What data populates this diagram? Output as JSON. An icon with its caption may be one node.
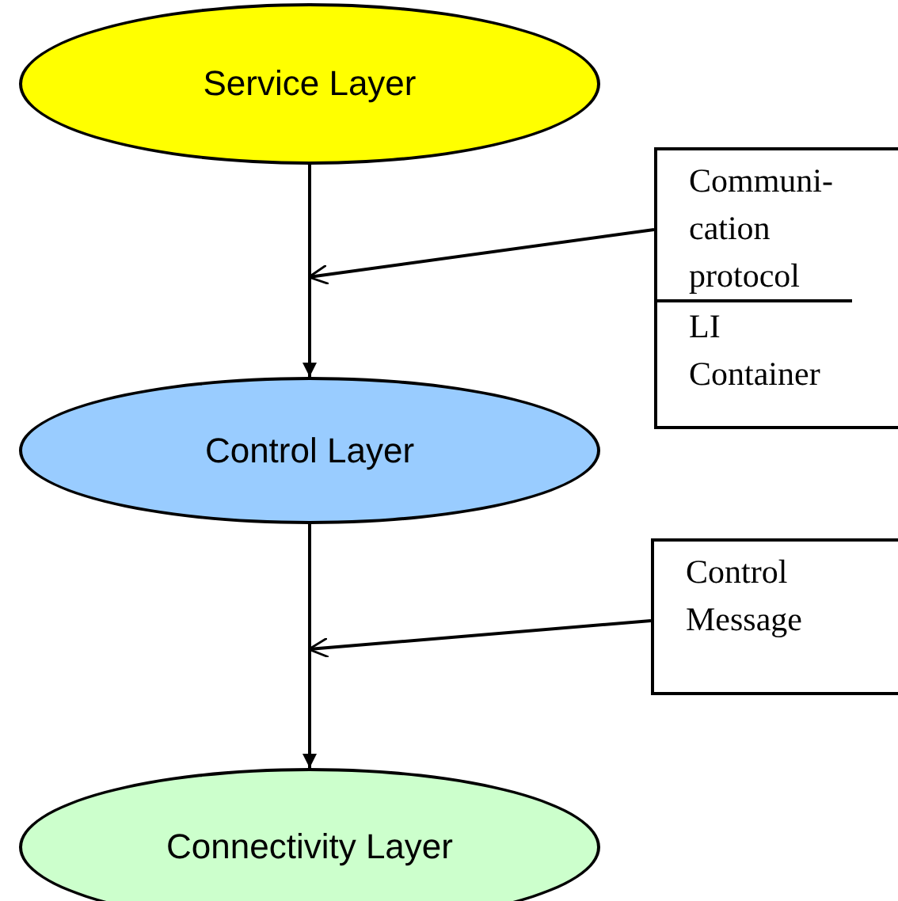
{
  "diagram": {
    "nodes": [
      {
        "text": [
          "Service Layer"
        ]
      },
      {
        "text": [
          "Control Layer"
        ]
      },
      {
        "text": [
          "Connectivity Layer"
        ]
      },
      {
        "text": [
          "Communi- cation protocol",
          "LI Container"
        ]
      },
      {
        "text": [
          "Control Message"
        ]
      }
    ],
    "edges": [
      {
        "from": 0,
        "to": 1,
        "arrow": "to"
      },
      {
        "from": 1,
        "to": 2,
        "arrow": "to"
      },
      {
        "from": 3,
        "to": null,
        "arrow": "to"
      },
      {
        "from": 4,
        "to": null,
        "arrow": "to"
      }
    ]
  }
}
